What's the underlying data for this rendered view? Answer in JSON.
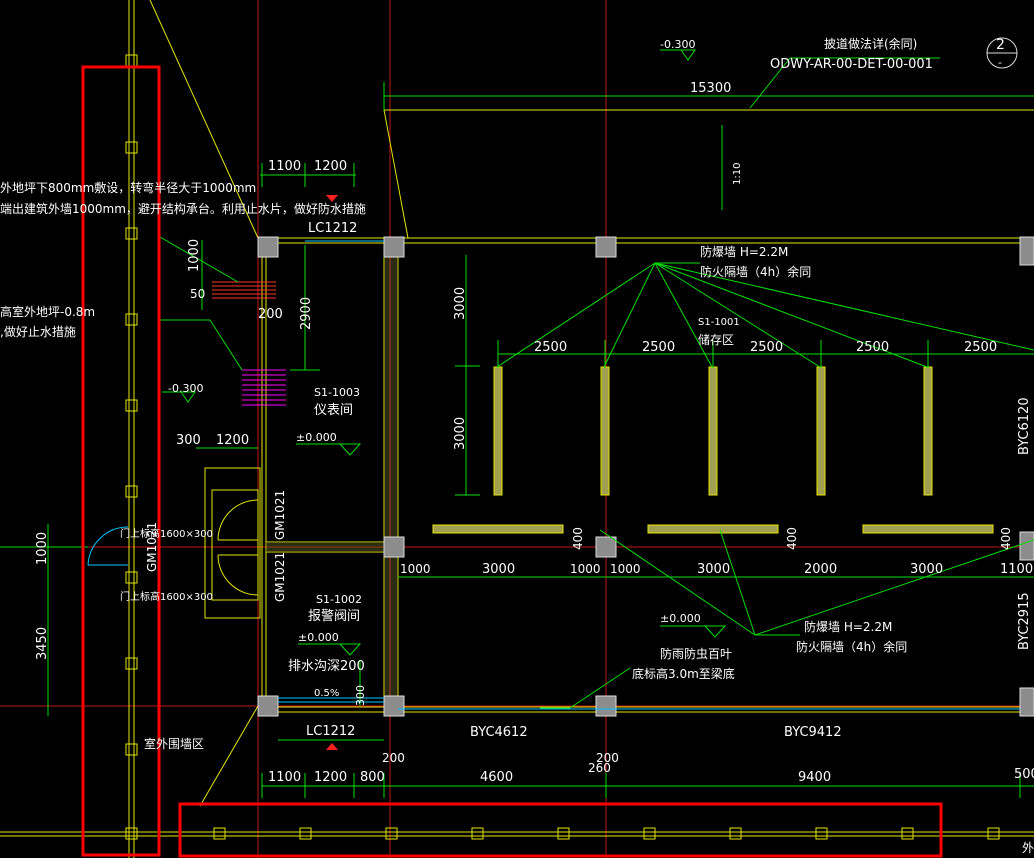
{
  "drawing": {
    "title_block": {
      "elev": "-0.300",
      "title": "披道做法详(余同)",
      "code": "ODWY-AR-00-DET-00-001",
      "detail_no": "2",
      "detail_sub": "-"
    },
    "dims": {
      "overall_top": "15300",
      "d1100_top": "1100",
      "d1200_top": "1200",
      "d1000_v": "1000",
      "d50": "50",
      "d2900": "2900",
      "d200_a": "200",
      "d300": "300",
      "d1200_b": "1200",
      "d3000_a": "3000",
      "d3000_b": "3000",
      "d2500_1": "2500",
      "d2500_2": "2500",
      "d2500_3": "2500",
      "d2500_4": "2500",
      "d2500_5": "2500",
      "slope": "1:10",
      "d1000_left": "1000",
      "d3450": "3450",
      "row_1000_a": "1000",
      "row_3000_a": "3000",
      "row_1000_b": "1000",
      "row_1000_c": "1000",
      "row_3000_b": "3000",
      "row_2000": "2000",
      "row_3000_c": "3000",
      "row_1100": "1100",
      "v400_a": "400",
      "v400_b": "400",
      "v400_c": "400",
      "v300": "300",
      "d200_b": "200",
      "d200_c": "200",
      "d260": "260",
      "bot_1100": "1100",
      "bot_1200": "1200",
      "bot_800": "800",
      "bot_4600": "4600",
      "bot_9400": "9400",
      "bot_500": "500"
    },
    "labels": {
      "note1": "外地坪下800mm敷设，转弯半径大于1000mm",
      "note2": "端出建筑外墙1000mm，避开结构承台。利用止水片，做好防水措施",
      "note3": "高室外地坪-0.8m",
      "note4": ",做好止水措施",
      "elev_m0300": "-0.300",
      "lc1212_top": "LC1212",
      "lc1212_bot": "LC1212",
      "room_s1003_code": "S1-1003",
      "room_s1003_name": "仪表间",
      "elev_pm0_a": "±0.000",
      "room_s1002_code": "S1-1002",
      "room_s1002_name": "报警阀间",
      "elev_pm0_b": "±0.000",
      "drain": "排水沟深200",
      "slope_pct": "0.5%",
      "gm1021_a": "GM1021",
      "gm1021_b": "GM1021",
      "gm_left": "GM1021",
      "door_a": "门上标高1600×300",
      "door_b": "门上标高1600×300",
      "fence": "室外围墙区",
      "blast_wall_1": "防爆墙 H=2.2M",
      "fire_wall_1": "防火隔墙（4h）余同",
      "storage_code": "S1-1001",
      "storage_name": "储存区",
      "blast_wall_2": "防爆墙 H=2.2M",
      "fire_wall_2": "防火隔墙（4h）余同",
      "louver": "防雨防虫百叶",
      "louver_h": "底标高3.0m至梁底",
      "elev_pm0_c": "±0.000",
      "byc6120": "BYC6120",
      "byc2915": "BYC2915",
      "byc4612": "BYC4612",
      "byc9412": "BYC9412",
      "outer": "外"
    },
    "colors": {
      "background": "#000000",
      "wall": "#ffff00",
      "gridline": "#ff2020",
      "dimension": "#00ff00",
      "text": "#ffffff",
      "highlight": "#ff0000",
      "column": "#808080",
      "pipe": "#ff3030",
      "pipe2": "#ff00ff",
      "door": "#00c8ff"
    }
  }
}
